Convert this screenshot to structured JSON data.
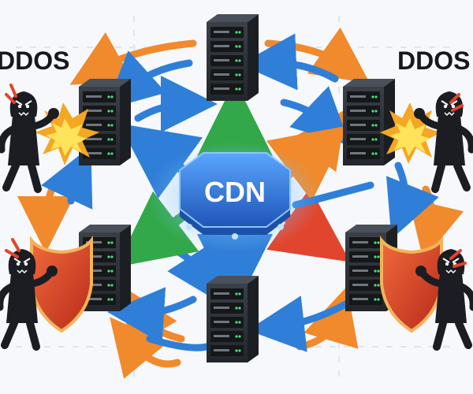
{
  "labels": {
    "left": "DDOS",
    "right": "DDOS",
    "hub": "CDN"
  },
  "nodes": [
    {
      "id": "server-top",
      "role": "server"
    },
    {
      "id": "server-upper-left",
      "role": "server-under-attack"
    },
    {
      "id": "server-upper-right",
      "role": "server-under-attack"
    },
    {
      "id": "server-lower-left",
      "role": "server-shielded"
    },
    {
      "id": "server-lower-right",
      "role": "server-shielded"
    },
    {
      "id": "server-bottom",
      "role": "server"
    },
    {
      "id": "cdn-hub",
      "role": "cdn"
    }
  ],
  "attackers": [
    {
      "id": "attacker-upper-left",
      "effect": "explosion"
    },
    {
      "id": "attacker-upper-right",
      "effect": "explosion"
    },
    {
      "id": "attacker-lower-left",
      "effect": "shield"
    },
    {
      "id": "attacker-lower-right",
      "effect": "shield"
    }
  ],
  "colors": {
    "blue": "#2f7fd8",
    "orange": "#f08a2c",
    "green": "#33a84a",
    "red": "#e2452d",
    "hub": "#2563c9",
    "server": "#2b2f36",
    "shield": "#d9412a"
  }
}
